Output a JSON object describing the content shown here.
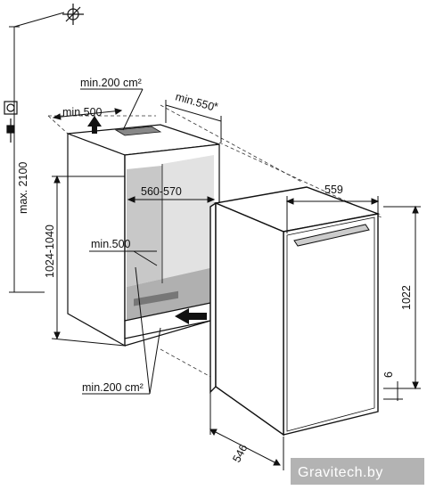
{
  "labels": {
    "max_height": "max. 2100",
    "vent_top": "min.200 cm²",
    "depth_top_left": "min.500",
    "depth_top_right": "min.550",
    "asterisk": "*",
    "niche_width": "560-570",
    "niche_height": "1024-1040",
    "depth_bottom": "min.500",
    "vent_bottom": "min.200 cm²",
    "unit_width": "559",
    "unit_height": "1022",
    "foot_height": "6",
    "unit_depth": "546"
  },
  "watermark": "Gravitech.by",
  "colors": {
    "line": "#111111",
    "niche_back": "#c8c8c8",
    "niche_side": "#e2e2e2",
    "niche_floor": "#b0b0b0",
    "watermark_bg": "#9a9a9a"
  },
  "icons": [
    "ground-symbol-icon",
    "power-socket-icon",
    "airflow-arrow-icon"
  ]
}
